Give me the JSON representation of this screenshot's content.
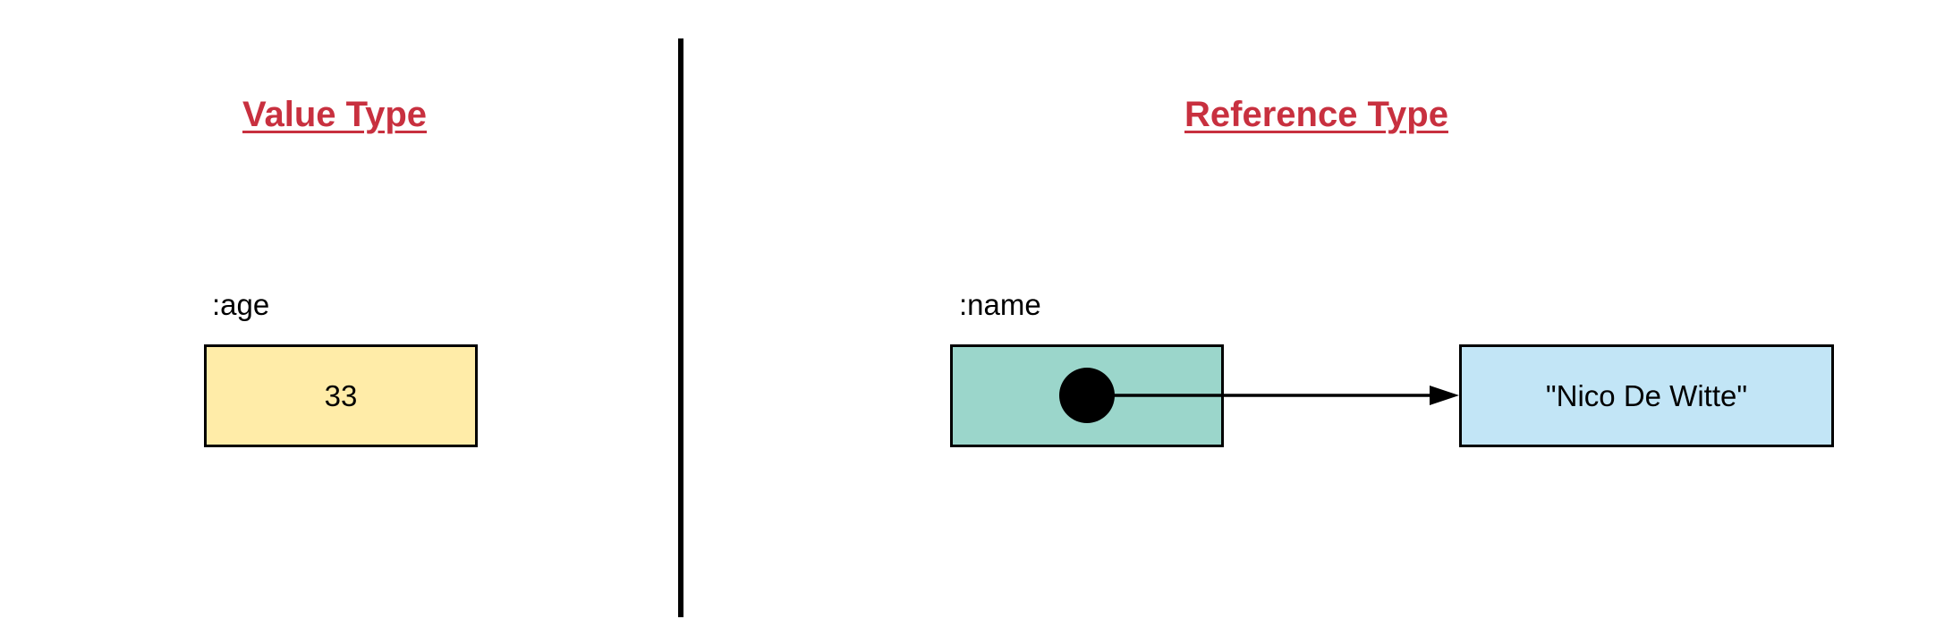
{
  "value_section": {
    "heading": "Value Type",
    "variable_label": ":age",
    "value": "33"
  },
  "reference_section": {
    "heading": "Reference Type",
    "variable_label": ":name",
    "pointer_icon": "pointer-dot-icon",
    "target_value": "\"Nico De Witte\""
  },
  "colors": {
    "heading": "#c8303f",
    "value_box_fill": "#ffeca8",
    "reference_box_fill": "#9bd6cb",
    "target_box_fill": "#c2e5f6",
    "stroke": "#000000"
  }
}
